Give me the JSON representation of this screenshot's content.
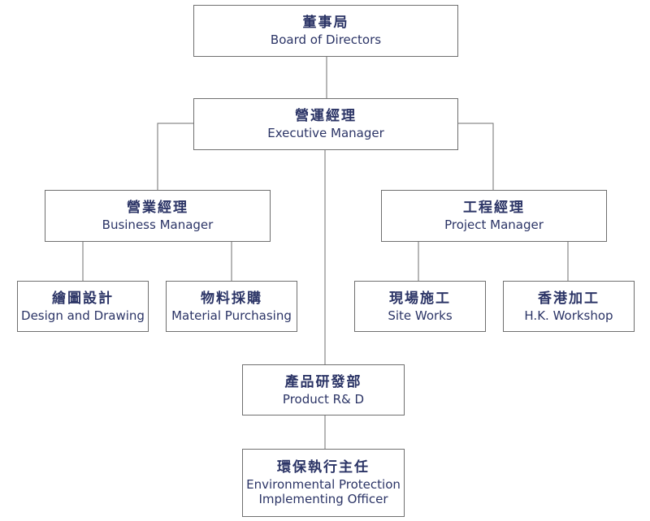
{
  "colors": {
    "text": "#2b3466",
    "border": "#6f6f6f",
    "connector": "#6f6f6f"
  },
  "nodes": {
    "board": {
      "zh": "董事局",
      "en": "Board of Directors"
    },
    "executive": {
      "zh": "營運經理",
      "en": "Executive Manager"
    },
    "business": {
      "zh": "營業經理",
      "en": "Business Manager"
    },
    "project": {
      "zh": "工程經理",
      "en": "Project Manager"
    },
    "design": {
      "zh": "繪圖設計",
      "en": "Design and Drawing"
    },
    "material": {
      "zh": "物料採購",
      "en": "Material Purchasing"
    },
    "site": {
      "zh": "現場施工",
      "en": "Site Works"
    },
    "hk": {
      "zh": "香港加工",
      "en": "H.K. Workshop"
    },
    "product": {
      "zh": "產品研發部",
      "en": "Product R& D"
    },
    "environmental": {
      "zh": "環保執行主任",
      "en_line1": "Environmental Protection",
      "en_line2": "Implementing Officer"
    }
  }
}
